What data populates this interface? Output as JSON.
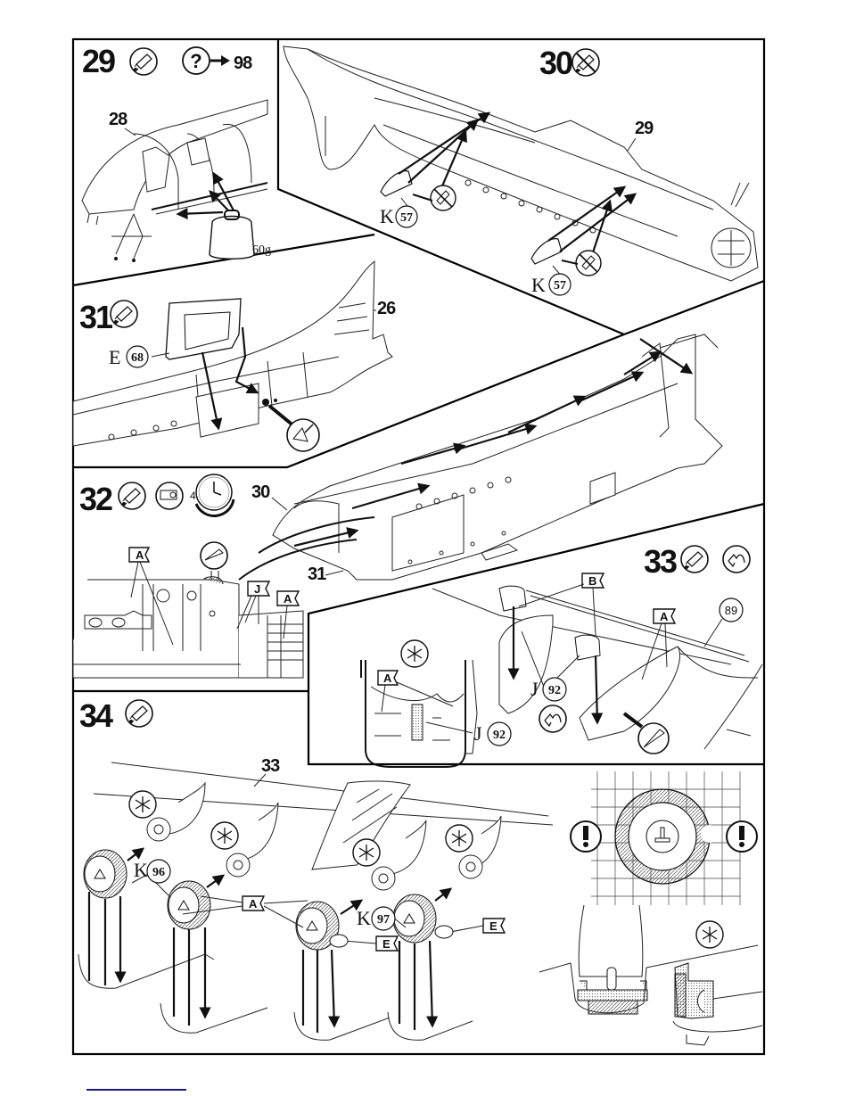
{
  "document": {
    "type": "model kit assembly instructions",
    "steps": [
      {
        "number": "29",
        "icons": [
          "glue-tube-icon",
          "question-icon"
        ],
        "cross_reference": "98",
        "callouts": [
          {
            "label": "28"
          }
        ],
        "weight_label": "60g"
      },
      {
        "number": "30",
        "icons": [
          "no-glue-icon"
        ],
        "callouts": [
          {
            "label": "29"
          }
        ],
        "parts": [
          {
            "sprue": "K",
            "number": "57"
          },
          {
            "sprue": "K",
            "number": "57"
          }
        ]
      },
      {
        "number": "31",
        "icons": [
          "glue-tube-icon"
        ],
        "callouts": [
          {
            "label": "26"
          }
        ],
        "parts": [
          {
            "sprue": "E",
            "number": "68"
          }
        ]
      },
      {
        "number": "32",
        "icons": [
          "glue-tube-icon",
          "tape-icon",
          "clock-icon"
        ],
        "clock_text": "4",
        "callouts": [
          {
            "label": "30"
          },
          {
            "label": "31"
          }
        ],
        "color_flags": [
          "A",
          "J",
          "A"
        ]
      },
      {
        "number": "33",
        "icons": [
          "glue-tube-icon",
          "flip-icon"
        ],
        "color_flags": [
          "B",
          "A",
          "A"
        ],
        "parts": [
          {
            "sprue": "J",
            "number": "92"
          },
          {
            "sprue": "J",
            "number": "92"
          }
        ],
        "circled_ref": "89"
      },
      {
        "number": "34",
        "icons": [
          "glue-tube-icon"
        ],
        "callouts": [
          {
            "label": "33"
          }
        ],
        "color_flags": [
          "A",
          "E",
          "E"
        ],
        "parts": [
          {
            "sprue": "K",
            "number": "96"
          },
          {
            "sprue": "K",
            "number": "97"
          }
        ],
        "notes": [
          "attention-icon",
          "attention-icon",
          "asterisk-icon"
        ]
      }
    ]
  }
}
